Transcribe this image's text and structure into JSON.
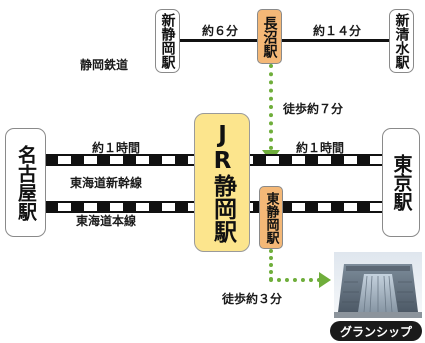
{
  "stations": {
    "shin_shizuoka": "新静岡駅",
    "naganuma": "長沼駅",
    "shin_shimizu": "新清水駅",
    "nagoya": "名古屋駅",
    "jr_shizuoka": "JR静岡駅",
    "higashi_shizuoka": "東静岡駅",
    "tokyo": "東京駅"
  },
  "lines": {
    "shizuoka_railway": "静岡鉄道",
    "tokaido_shinkansen": "東海道新幹線",
    "tokaido_main": "東海道本線"
  },
  "times": {
    "shin_to_naganuma": "約６分",
    "naganuma_to_shimizu": "約１４分",
    "nagoya_to_shizuoka": "約１時間",
    "shizuoka_to_tokyo": "約１時間",
    "walk_naganuma": "徒歩約７分",
    "walk_granship": "徒歩約３分"
  },
  "landmark": {
    "name": "グランシップ"
  },
  "colors": {
    "orange_station": "#f4b877",
    "jr_station": "#fce58d",
    "walk_route": "#6fae3b",
    "badge": "#1a1a1a"
  }
}
